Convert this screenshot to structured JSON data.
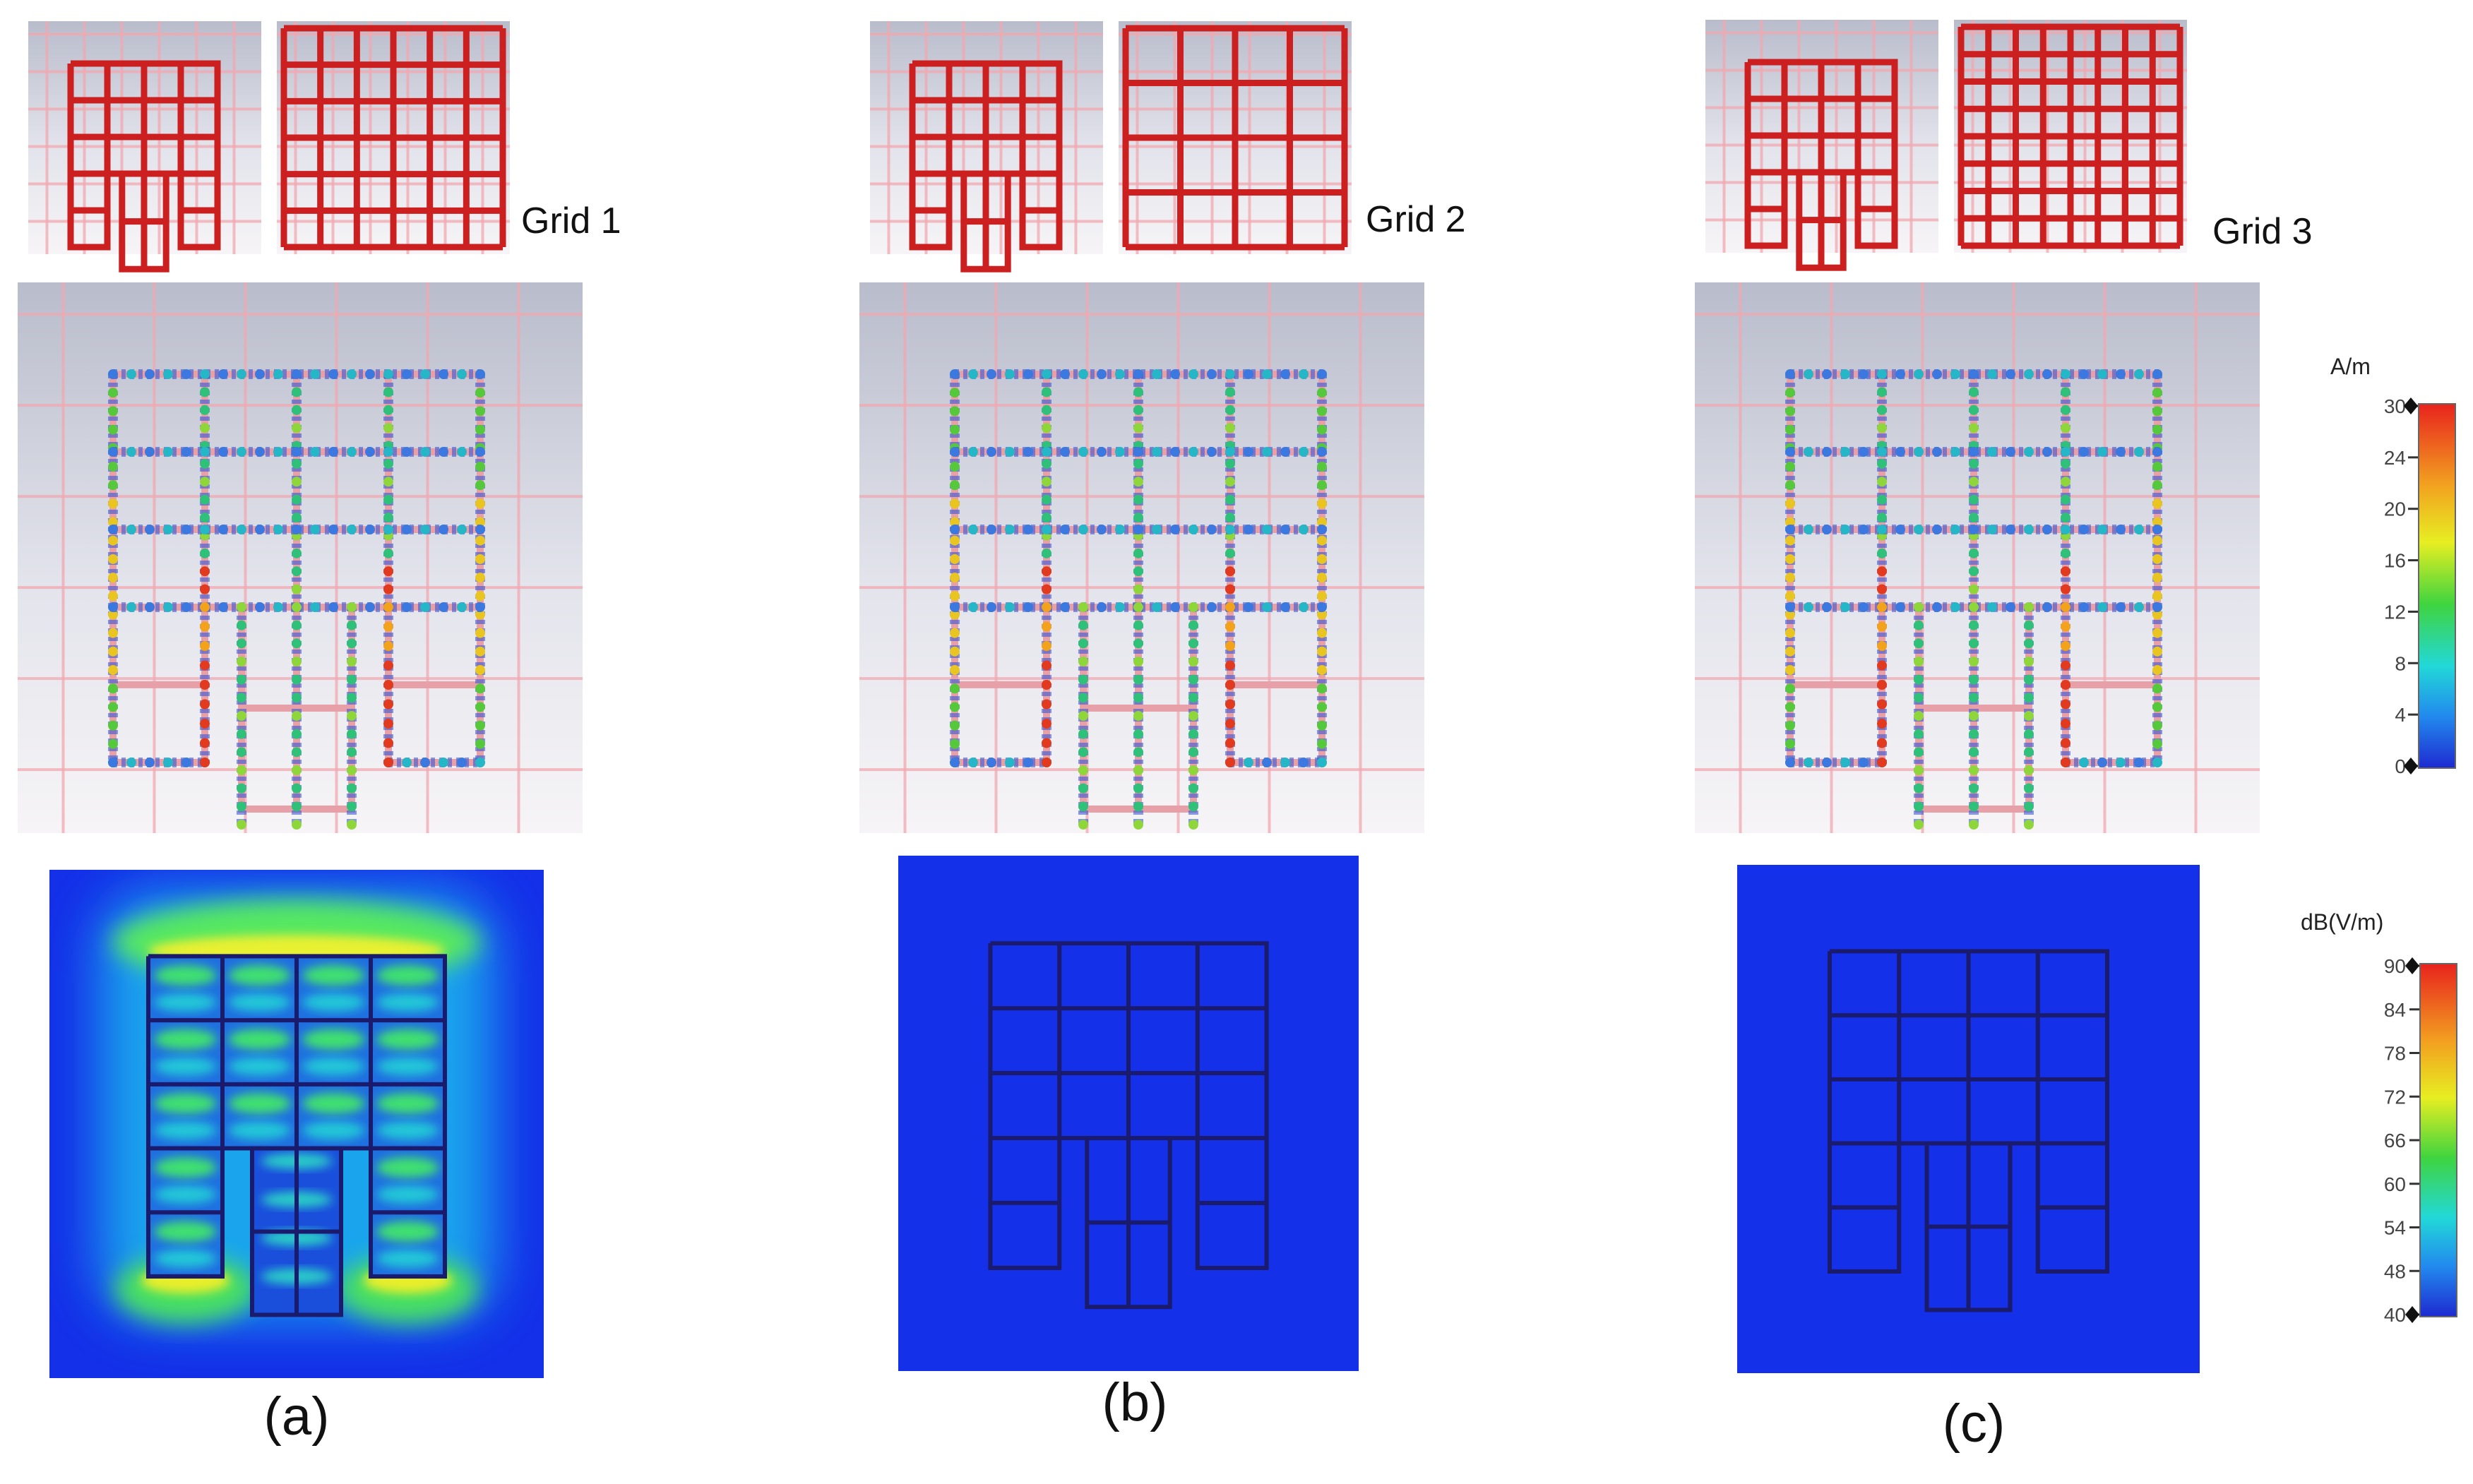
{
  "columns": [
    {
      "id": "a",
      "grid_label": "Grid 1",
      "caption": "(a)",
      "grid_cells": 6,
      "stub_cells": 2
    },
    {
      "id": "b",
      "grid_label": "Grid 2",
      "caption": "(b)",
      "grid_cells": 4,
      "stub_cells": 2
    },
    {
      "id": "c",
      "grid_label": "Grid 3",
      "caption": "(c)",
      "grid_cells": 8,
      "stub_cells": 2
    }
  ],
  "current_scale": {
    "unit": "A/m",
    "ticks": [
      "30",
      "24",
      "20",
      "16",
      "12",
      "8",
      "4",
      "0"
    ]
  },
  "field_scale": {
    "unit": "dB(V/m)",
    "ticks": [
      "90",
      "84",
      "78",
      "72",
      "66",
      "60",
      "54",
      "48",
      "40"
    ]
  },
  "colors": {
    "antenna_red": "#cc1f1f",
    "field_bg": "#1430e8",
    "scale_top": "#e8231e",
    "scale_bottom": "#1e2ad0"
  }
}
